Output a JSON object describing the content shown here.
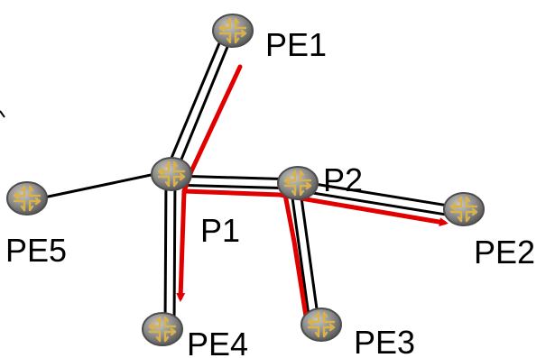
{
  "diagram": {
    "nodes": [
      {
        "id": "PE1",
        "label": "PE1",
        "icon": "router-icon"
      },
      {
        "id": "P1",
        "label": "P1",
        "icon": "router-icon"
      },
      {
        "id": "P2",
        "label": "P2",
        "icon": "router-icon"
      },
      {
        "id": "PE2",
        "label": "PE2",
        "icon": "router-icon"
      },
      {
        "id": "PE3",
        "label": "PE3",
        "icon": "router-icon"
      },
      {
        "id": "PE4",
        "label": "PE4",
        "icon": "router-icon"
      },
      {
        "id": "PE5",
        "label": "PE5",
        "icon": "router-icon"
      }
    ],
    "links": [
      {
        "from": "PE1",
        "to": "P1",
        "style": "double"
      },
      {
        "from": "PE5",
        "to": "P1",
        "style": "single"
      },
      {
        "from": "P1",
        "to": "P2",
        "style": "double"
      },
      {
        "from": "P2",
        "to": "PE2",
        "style": "double"
      },
      {
        "from": "P2",
        "to": "PE3",
        "style": "double"
      },
      {
        "from": "P1",
        "to": "PE4",
        "style": "double"
      }
    ],
    "paths": [
      {
        "route": [
          "PE1",
          "P1",
          "PE4"
        ]
      },
      {
        "route": [
          "PE1",
          "P1",
          "P2",
          "PE2"
        ]
      },
      {
        "route": [
          "PE1",
          "P1",
          "P2",
          "PE3"
        ]
      }
    ],
    "colors": {
      "link": "#000000",
      "path": "#e00000",
      "router_body": "#8a8a8a",
      "router_edge": "#4d4d4d",
      "router_arrow": "#d9b24a"
    }
  }
}
